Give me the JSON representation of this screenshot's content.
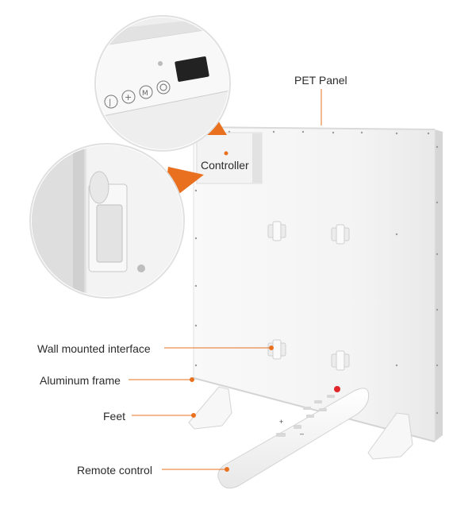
{
  "labels": {
    "pet_panel": "PET Panel",
    "controller": "Controller",
    "wall_mounted_interface": "Wall mounted interface",
    "aluminum_frame": "Aluminum frame",
    "feet": "Feet",
    "remote_control": "Remote control"
  },
  "colors": {
    "accent": "#e8701f",
    "panel": "#f6f6f6",
    "frame": "#dcdcdc",
    "text": "#2b2b2b",
    "power_button": "#e0262a"
  },
  "controller_buttons": [
    "①",
    "⊕",
    "M",
    "O"
  ],
  "controller_icons": [
    "power-icon",
    "plus-icon",
    "mode-icon",
    "circle-icon"
  ]
}
